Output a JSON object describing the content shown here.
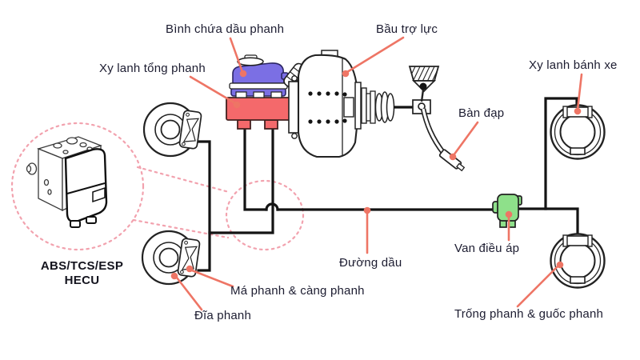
{
  "diagram": {
    "labels": {
      "reservoir": "Bình chứa dầu phanh",
      "booster": "Bầu trợ lực",
      "master_cylinder": "Xy lanh tổng phanh",
      "wheel_cylinder": "Xy lanh bánh xe",
      "pedal": "Bàn đạp",
      "pressure_valve": "Van điều áp",
      "fluid_line": "Đường dầu",
      "drum_shoes": "Trống phanh & guốc phanh",
      "pads_caliper": "Má phanh & càng phanh",
      "disc": "Đĩa phanh",
      "abs_line1": "ABS/TCS/ESP",
      "abs_line2": "HECU"
    },
    "colors": {
      "master_cylinder": "#f4696b",
      "reservoir": "#7b6fe4",
      "valve": "#8ee08a",
      "leader": "#ee7565",
      "callout": "#f2a2ae",
      "pipe": "#141414",
      "text": "#1c1c30",
      "background": "#ffffff"
    }
  }
}
